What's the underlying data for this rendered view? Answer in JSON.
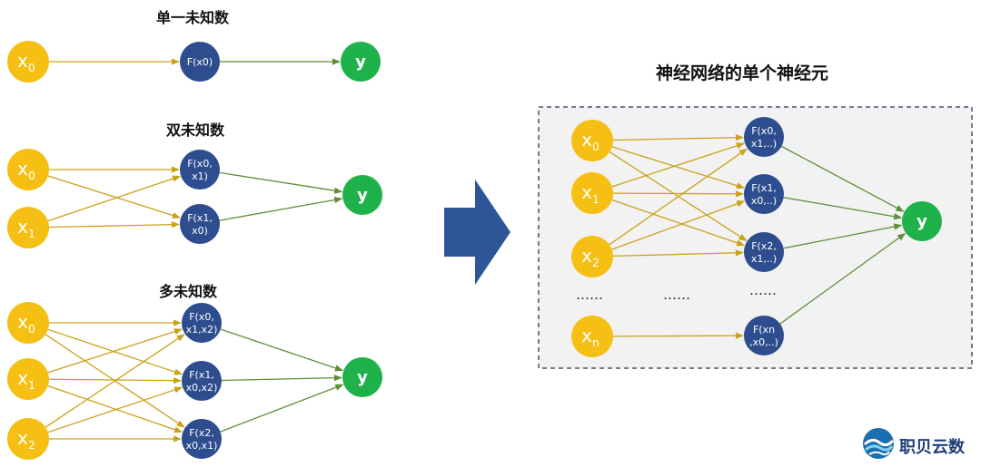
{
  "titles": {
    "single": "单一未知数",
    "double": "双未知数",
    "multi": "多未知数",
    "neuron": "神经网络的单个神经元"
  },
  "output_label": "y",
  "ellipsis": "……",
  "colors": {
    "input": "#f5bf14",
    "function": "#2e4d8f",
    "output": "#1fb24a",
    "edge_in": "#c9a21a",
    "edge_out": "#5f8d3a",
    "arrow": "#2e5597",
    "panel_bg": "#f2f2f2",
    "panel_border": "#44546a"
  },
  "groups": {
    "single": {
      "inputs": [
        {
          "base": "x",
          "sub": "0"
        }
      ],
      "functions": [
        [
          "F(x0)"
        ]
      ]
    },
    "double": {
      "inputs": [
        {
          "base": "x",
          "sub": "0"
        },
        {
          "base": "x",
          "sub": "1"
        }
      ],
      "functions": [
        [
          "F(x0,",
          "x1)"
        ],
        [
          "F(x1,",
          "x0)"
        ]
      ]
    },
    "multi": {
      "inputs": [
        {
          "base": "x",
          "sub": "0"
        },
        {
          "base": "x",
          "sub": "1"
        },
        {
          "base": "x",
          "sub": "2"
        }
      ],
      "functions": [
        [
          "F(x0,",
          "x1,x2)"
        ],
        [
          "F(x1,",
          "x0,x2)"
        ],
        [
          "F(x2,",
          "x0,x1)"
        ]
      ]
    },
    "neuron": {
      "inputs": [
        {
          "base": "x",
          "sub": "0"
        },
        {
          "base": "x",
          "sub": "1"
        },
        {
          "base": "x",
          "sub": "2"
        },
        {
          "base": "x",
          "sub": "n"
        }
      ],
      "functions": [
        [
          "F(x0,",
          "x1,..)"
        ],
        [
          "F(x1,",
          "x0,..)"
        ],
        [
          "F(x2,",
          "x1,..)"
        ],
        [
          "F(xn",
          ",x0,..)"
        ]
      ]
    }
  },
  "logo_text": "职贝云数"
}
